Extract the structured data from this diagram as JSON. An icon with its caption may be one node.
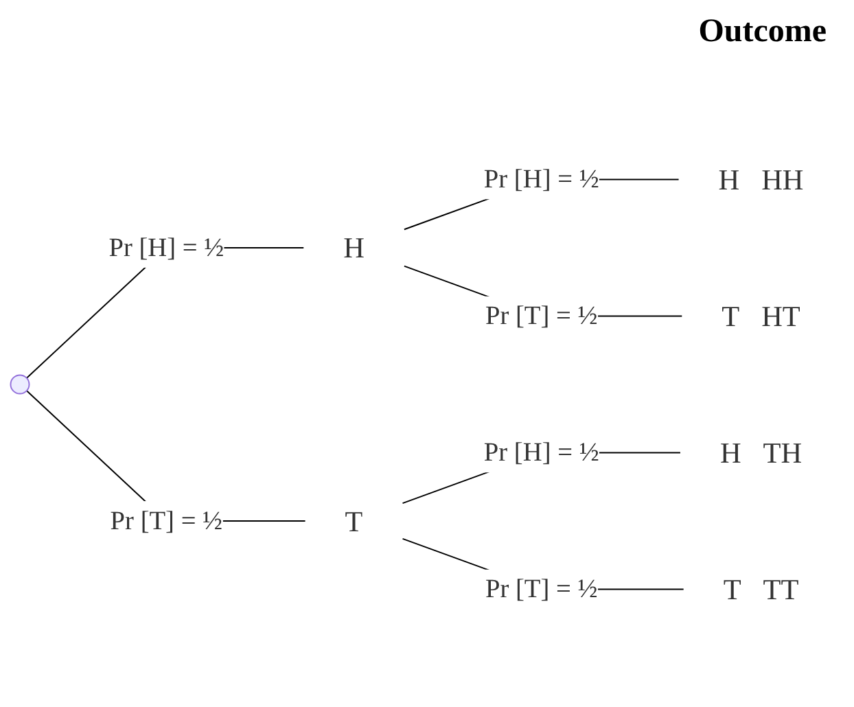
{
  "diagram": {
    "nodes": [
      {
        "text": [],
        "shape": "circle"
      },
      {
        "text": [
          "H"
        ]
      },
      {
        "text": [
          "T"
        ]
      },
      {
        "text": [
          "H"
        ],
        "beside": [
          "HH"
        ]
      },
      {
        "text": [
          "T"
        ],
        "beside": [
          "HT"
        ]
      },
      {
        "text": [
          "H"
        ],
        "beside": [
          "TH"
        ]
      },
      {
        "text": [
          "T"
        ],
        "beside": [
          "TT"
        ]
      }
    ],
    "edges": [
      {
        "from": 0,
        "to": 1,
        "arrow": "none",
        "label": "Pr [H] = ½"
      },
      {
        "from": 0,
        "to": 2,
        "arrow": "none",
        "label": "Pr [T] = ½"
      },
      {
        "from": 1,
        "to": 3,
        "arrow": "none",
        "label": "Pr [H] = ½"
      },
      {
        "from": 1,
        "to": 4,
        "arrow": "none",
        "label": "Pr [T] = ½"
      },
      {
        "from": 2,
        "to": 5,
        "arrow": "none",
        "label": "Pr [H] = ½"
      },
      {
        "from": 2,
        "to": 6,
        "arrow": "none",
        "label": "Pr [T] = ½"
      }
    ],
    "labels": [
      "Outcome"
    ]
  }
}
